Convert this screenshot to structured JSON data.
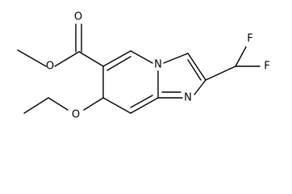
{
  "molecule": {
    "atoms": {
      "carbonyl_oxygen": "O",
      "ester_oxygen": "O",
      "ether_oxygen": "O",
      "bridgehead_nitrogen": "N",
      "imidazole_nitrogen": "N",
      "fluorine_upper": "F",
      "fluorine_lower": "F"
    }
  }
}
